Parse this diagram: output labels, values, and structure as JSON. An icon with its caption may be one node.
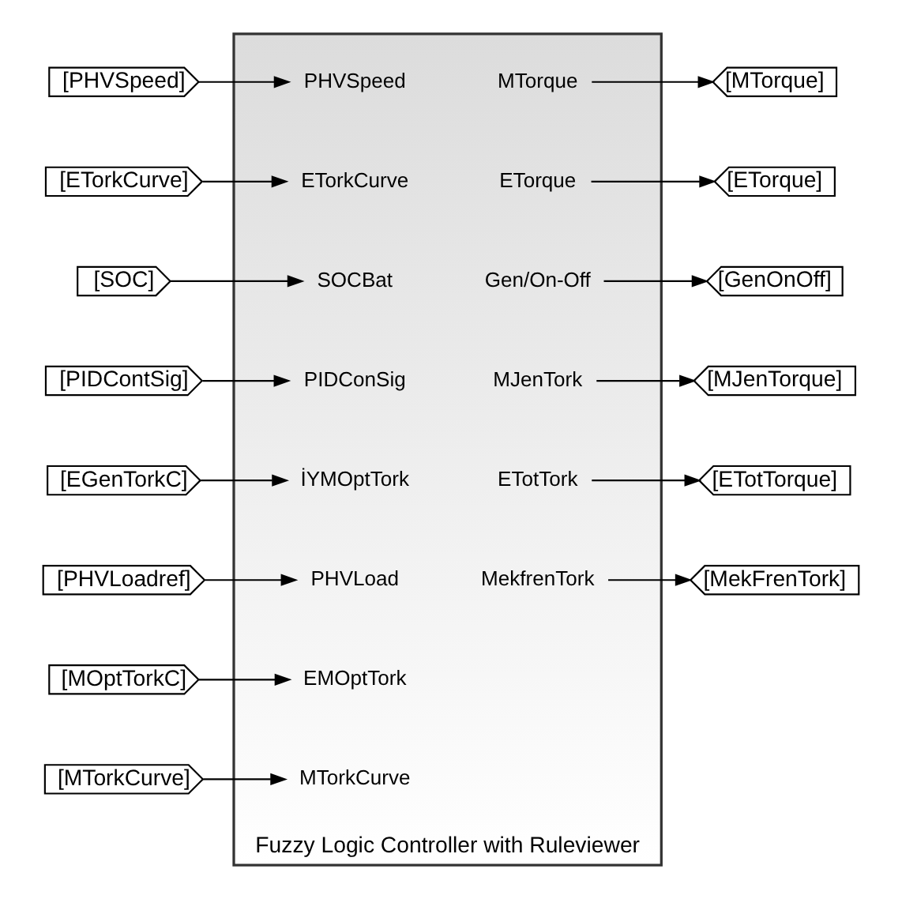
{
  "diagram": {
    "nodes": [
      {
        "text": [
          "Fuzzy Logic Controller with Ruleviewer"
        ]
      },
      {
        "text": [
          "PHVSpeed"
        ],
        "in": 0
      },
      {
        "text": [
          "ETorkCurve"
        ],
        "in": 0
      },
      {
        "text": [
          "SOCBat"
        ],
        "in": 0
      },
      {
        "text": [
          "PIDConSig"
        ],
        "in": 0
      },
      {
        "text": [
          "İYMOptTork"
        ],
        "in": 0
      },
      {
        "text": [
          "PHVLoad"
        ],
        "in": 0
      },
      {
        "text": [
          "EMOptTork"
        ],
        "in": 0
      },
      {
        "text": [
          "MTorkCurve"
        ],
        "in": 0
      },
      {
        "text": [
          "MTorque"
        ],
        "in": 0
      },
      {
        "text": [
          "ETorque"
        ],
        "in": 0
      },
      {
        "text": [
          "Gen/On-Off"
        ],
        "in": 0
      },
      {
        "text": [
          "MJenTork"
        ],
        "in": 0
      },
      {
        "text": [
          "ETotTork"
        ],
        "in": 0
      },
      {
        "text": [
          "MekfrenTork"
        ],
        "in": 0
      },
      {
        "text": [
          "[PHVSpeed]"
        ]
      },
      {
        "text": [
          "[ETorkCurve]"
        ]
      },
      {
        "text": [
          "[SOC]"
        ]
      },
      {
        "text": [
          "[PIDContSig]"
        ]
      },
      {
        "text": [
          "[EGenTorkC]"
        ]
      },
      {
        "text": [
          "[PHVLoadref]"
        ]
      },
      {
        "text": [
          "[MOptTorkC]"
        ]
      },
      {
        "text": [
          "[MTorkCurve]"
        ]
      },
      {
        "text": [
          "[MTorque]"
        ]
      },
      {
        "text": [
          "[ETorque]"
        ]
      },
      {
        "text": [
          "[GenOnOff]"
        ]
      },
      {
        "text": [
          "[MJenTorque]"
        ]
      },
      {
        "text": [
          "[ETotTorque]"
        ]
      },
      {
        "text": [
          "[MekFrenTork]"
        ]
      }
    ],
    "edges": [
      {
        "from": 15,
        "to": 1,
        "arrow": "to"
      },
      {
        "from": 16,
        "to": 2,
        "arrow": "to"
      },
      {
        "from": 17,
        "to": 3,
        "arrow": "to"
      },
      {
        "from": 18,
        "to": 4,
        "arrow": "to"
      },
      {
        "from": 19,
        "to": 5,
        "arrow": "to"
      },
      {
        "from": 20,
        "to": 6,
        "arrow": "to"
      },
      {
        "from": 21,
        "to": 7,
        "arrow": "to"
      },
      {
        "from": 22,
        "to": 8,
        "arrow": "to"
      },
      {
        "from": 9,
        "to": 23,
        "arrow": "to"
      },
      {
        "from": 10,
        "to": 24,
        "arrow": "to"
      },
      {
        "from": 11,
        "to": 25,
        "arrow": "to"
      },
      {
        "from": 12,
        "to": 26,
        "arrow": "to"
      },
      {
        "from": 13,
        "to": 27,
        "arrow": "to"
      },
      {
        "from": 14,
        "to": 28,
        "arrow": "to"
      }
    ]
  }
}
